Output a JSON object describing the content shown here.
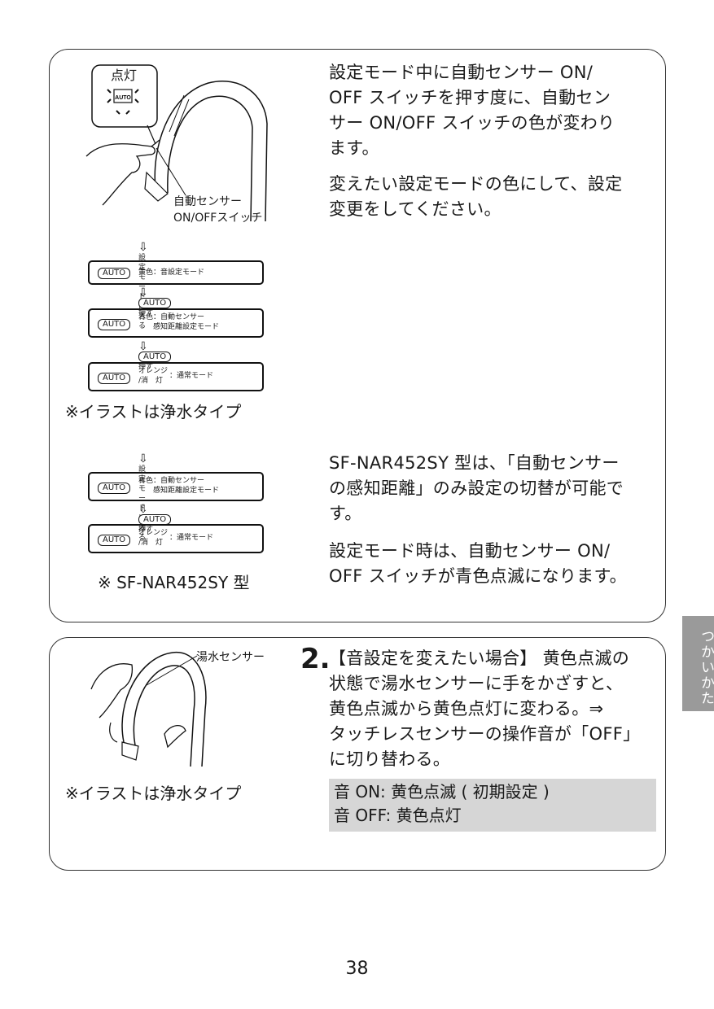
{
  "section1": {
    "para1": "設定モード中に自動センサー ON/ OFF スイッチを押す度に、自動センサー ON/OFF スイッチの色が変わります。",
    "para1_lines": [
      "設定モード中に自動センサー ON/",
      "OFF スイッチを押す度に、自動セン",
      "サー ON/OFF スイッチの色が変わり",
      "ます。"
    ],
    "para2_lines": [
      "変えたい設定モードの色にして、設定",
      "変更をしてください。"
    ],
    "callout_label": "点灯",
    "auto_button": "AUTO",
    "switch_label_1": "自動センサー",
    "switch_label_2": "ON/OFFスイッチ",
    "flow_enter": "設定モードに入る",
    "flow_press": "押す",
    "step_yellow": "黄色：音設定モード",
    "step_blue_1": "青色：自動センサー",
    "step_blue_2": "感知距離設定モード",
    "step_orange_1": "オレンジ",
    "step_orange_2": "/消　灯",
    "step_orange_3": "：通常モード",
    "note": "※イラストは浄水タイプ"
  },
  "section1b": {
    "para1_lines": [
      "SF-NAR452SY 型は、「自動センサー",
      "の感知距離」のみ設定の切替が可能で",
      "す。"
    ],
    "para2_lines": [
      "設定モード時は、自動センサー ON/",
      "OFF スイッチが青色点滅になります。"
    ],
    "note": "※ SF-NAR452SY 型"
  },
  "section2": {
    "step_number": "2.",
    "lines": [
      "【音設定を変えたい場合】 黄色点滅の",
      "状態で湯水センサーに手をかざすと、",
      "黄色点滅から黄色点灯に変わる。⇒",
      "タッチレスセンサーの操作音が「OFF」",
      "に切り替わる。"
    ],
    "sensor_label": "湯水センサー",
    "note": "※イラストは浄水タイプ",
    "gray_line1": "音 ON: 黄色点滅 ( 初期設定 )",
    "gray_line2": "音 OFF: 黄色点灯"
  },
  "side_tab": "つかいかた",
  "page_number": "38"
}
